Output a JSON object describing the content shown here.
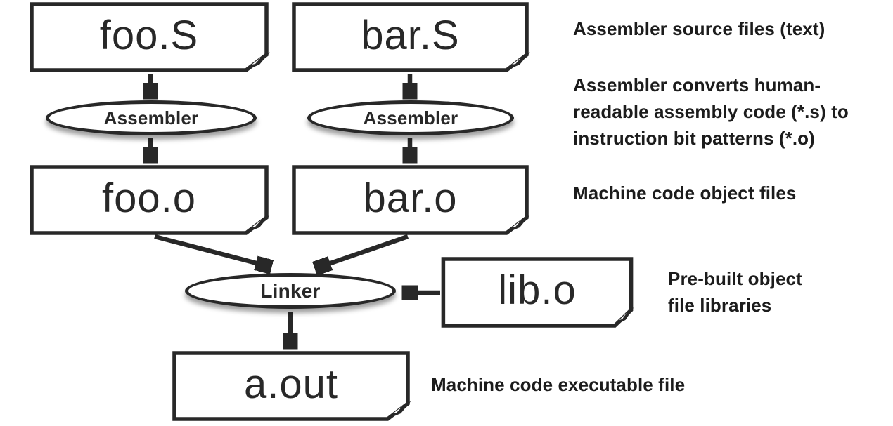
{
  "diagram": {
    "colors": {
      "ink": "#282828",
      "background": "#ffffff"
    },
    "nodes": {
      "foo_s": {
        "label": "foo.S"
      },
      "bar_s": {
        "label": "bar.S"
      },
      "assembler1": {
        "label": "Assembler"
      },
      "assembler2": {
        "label": "Assembler"
      },
      "foo_o": {
        "label": "foo.o"
      },
      "bar_o": {
        "label": "bar.o"
      },
      "linker": {
        "label": "Linker"
      },
      "lib_o": {
        "label": "lib.o"
      },
      "a_out": {
        "label": "a.out"
      }
    },
    "notes": {
      "source_files": {
        "lines": [
          "Assembler source files (text)"
        ]
      },
      "assembler_desc": {
        "lines": [
          "Assembler converts human-",
          "readable assembly code (*.s) to",
          "instruction bit patterns (*.o)"
        ]
      },
      "object_files": {
        "lines": [
          "Machine code object files"
        ]
      },
      "libraries": {
        "lines": [
          "Pre-built object",
          "file libraries"
        ]
      },
      "executable": {
        "lines": [
          "Machine code executable file"
        ]
      }
    }
  }
}
